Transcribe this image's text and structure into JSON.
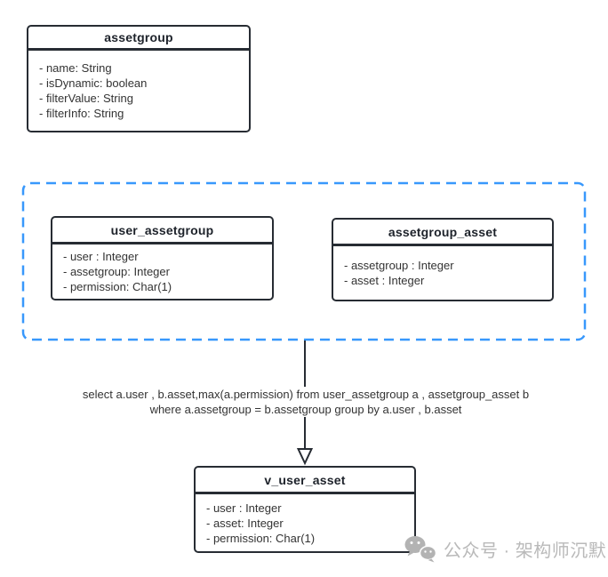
{
  "colors": {
    "group_border": "#3898fc",
    "box_border": "#272c33",
    "text": "#333333",
    "watermark": "#b9b9b9"
  },
  "boxes": [
    {
      "title": "assetgroup",
      "fields": [
        "- name: String",
        "- isDynamic: boolean",
        "- filterValue: String",
        "- filterInfo: String"
      ]
    },
    {
      "title": "user_assetgroup",
      "fields": [
        "- user : Integer",
        "- assetgroup: Integer",
        "- permission: Char(1)"
      ]
    },
    {
      "title": "assetgroup_asset",
      "fields": [
        "- assetgroup : Integer",
        "- asset : Integer"
      ]
    },
    {
      "title": "v_user_asset",
      "fields": [
        "- user : Integer",
        "- asset: Integer",
        "- permission: Char(1)"
      ]
    }
  ],
  "sql_annotation": {
    "line1": "select a.user , b.asset,max(a.permission) from user_assetgroup a , assetgroup_asset b",
    "line2": "where a.assetgroup = b.assetgroup group by a.user , b.asset"
  },
  "watermark": {
    "icon": "wechat-icon",
    "text": "公众号 · 架构师沉默"
  }
}
